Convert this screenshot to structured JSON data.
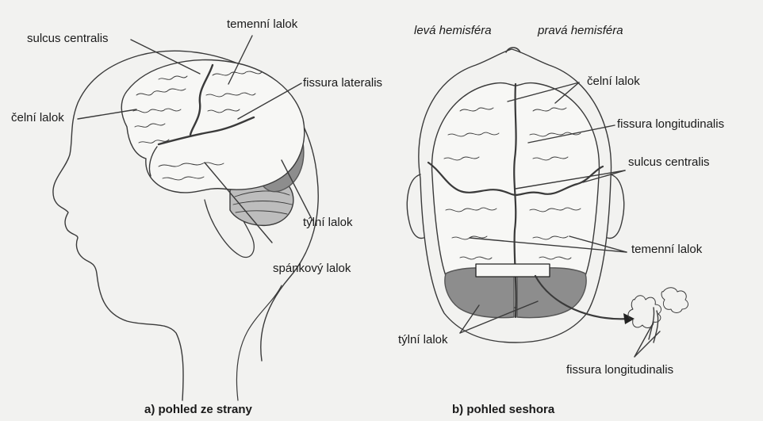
{
  "side_view": {
    "labels": {
      "sulcus_centralis": "sulcus centralis",
      "temenni_lalok": "temenní lalok",
      "fissura_lateralis": "fissura lateralis",
      "celni_lalok": "čelní lalok",
      "tylni_lalok": "týlní lalok",
      "spankovy_lalok": "spánkový lalok"
    },
    "caption": "a) pohled ze strany"
  },
  "top_view": {
    "headers": {
      "left": "levá hemisféra",
      "right": "pravá hemisféra"
    },
    "labels": {
      "celni_lalok": "čelní lalok",
      "fissura_longitudinalis": "fissura longitudinalis",
      "sulcus_centralis": "sulcus centralis",
      "temenni_lalok": "temenní lalok",
      "tylni_lalok": "týlní lalok",
      "fissura_longitudinalis_detail": "fissura longitudinalis"
    },
    "caption": "b) pohled seshora"
  },
  "colors": {
    "line": "#3a3a3a",
    "shade": "#8d8d8d",
    "background": "#f2f2f0"
  }
}
